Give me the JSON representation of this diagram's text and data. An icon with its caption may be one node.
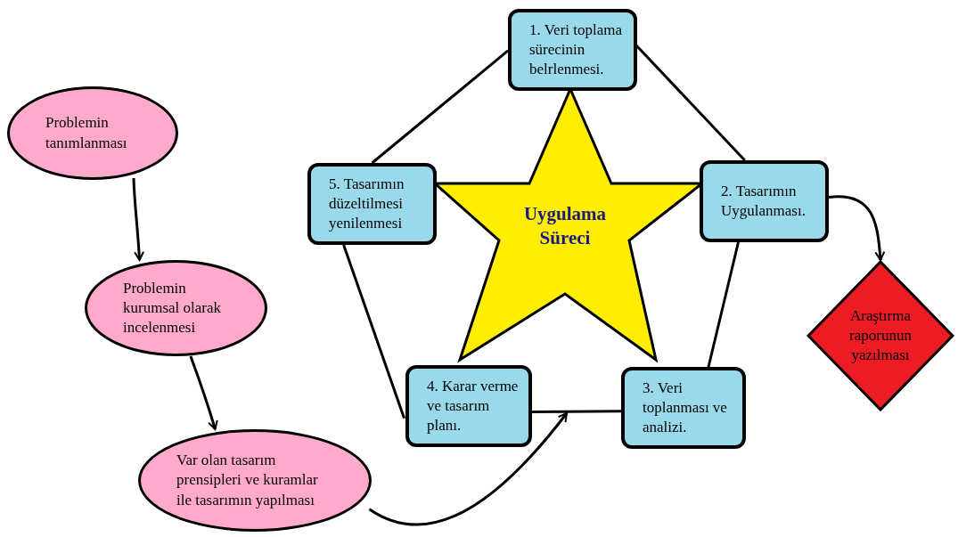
{
  "diagram": {
    "nodes": [
      {
        "text": [
          "Problemin tanımlanması"
        ]
      },
      {
        "text": [
          "Problemin kurumsal olarak incelenmesi"
        ]
      },
      {
        "text": [
          "Var olan tasarım prensipleri ve kuramlar ile tasarımın yapılması"
        ]
      },
      {
        "text": [
          "Uygulama Süreci"
        ]
      },
      {
        "text": [
          "1. Veri toplama sürecinin belrlenmesi."
        ]
      },
      {
        "text": [
          "2. Tasarımın Uygulanması."
        ]
      },
      {
        "text": [
          "3. Veri toplanması ve analizi."
        ]
      },
      {
        "text": [
          "4. Karar verme ve tasarım planı."
        ]
      },
      {
        "text": [
          "5. Tasarımın düzeltilmesi yenilenmesi"
        ]
      },
      {
        "text": [
          "Araştırma raporunun yazılması"
        ]
      }
    ],
    "edges": [
      {
        "from": 0,
        "to": 1,
        "arrow": "to"
      },
      {
        "from": 1,
        "to": 2,
        "arrow": "to"
      },
      {
        "from": 2,
        "to": null,
        "arrow": "to"
      },
      {
        "from": 5,
        "to": 9,
        "arrow": "to"
      },
      {
        "from": 4,
        "to": 5,
        "arrow": "none"
      },
      {
        "from": 5,
        "to": 6,
        "arrow": "none"
      },
      {
        "from": 6,
        "to": 7,
        "arrow": "none"
      },
      {
        "from": 7,
        "to": 8,
        "arrow": "none"
      },
      {
        "from": 8,
        "to": 4,
        "arrow": "none"
      }
    ]
  }
}
